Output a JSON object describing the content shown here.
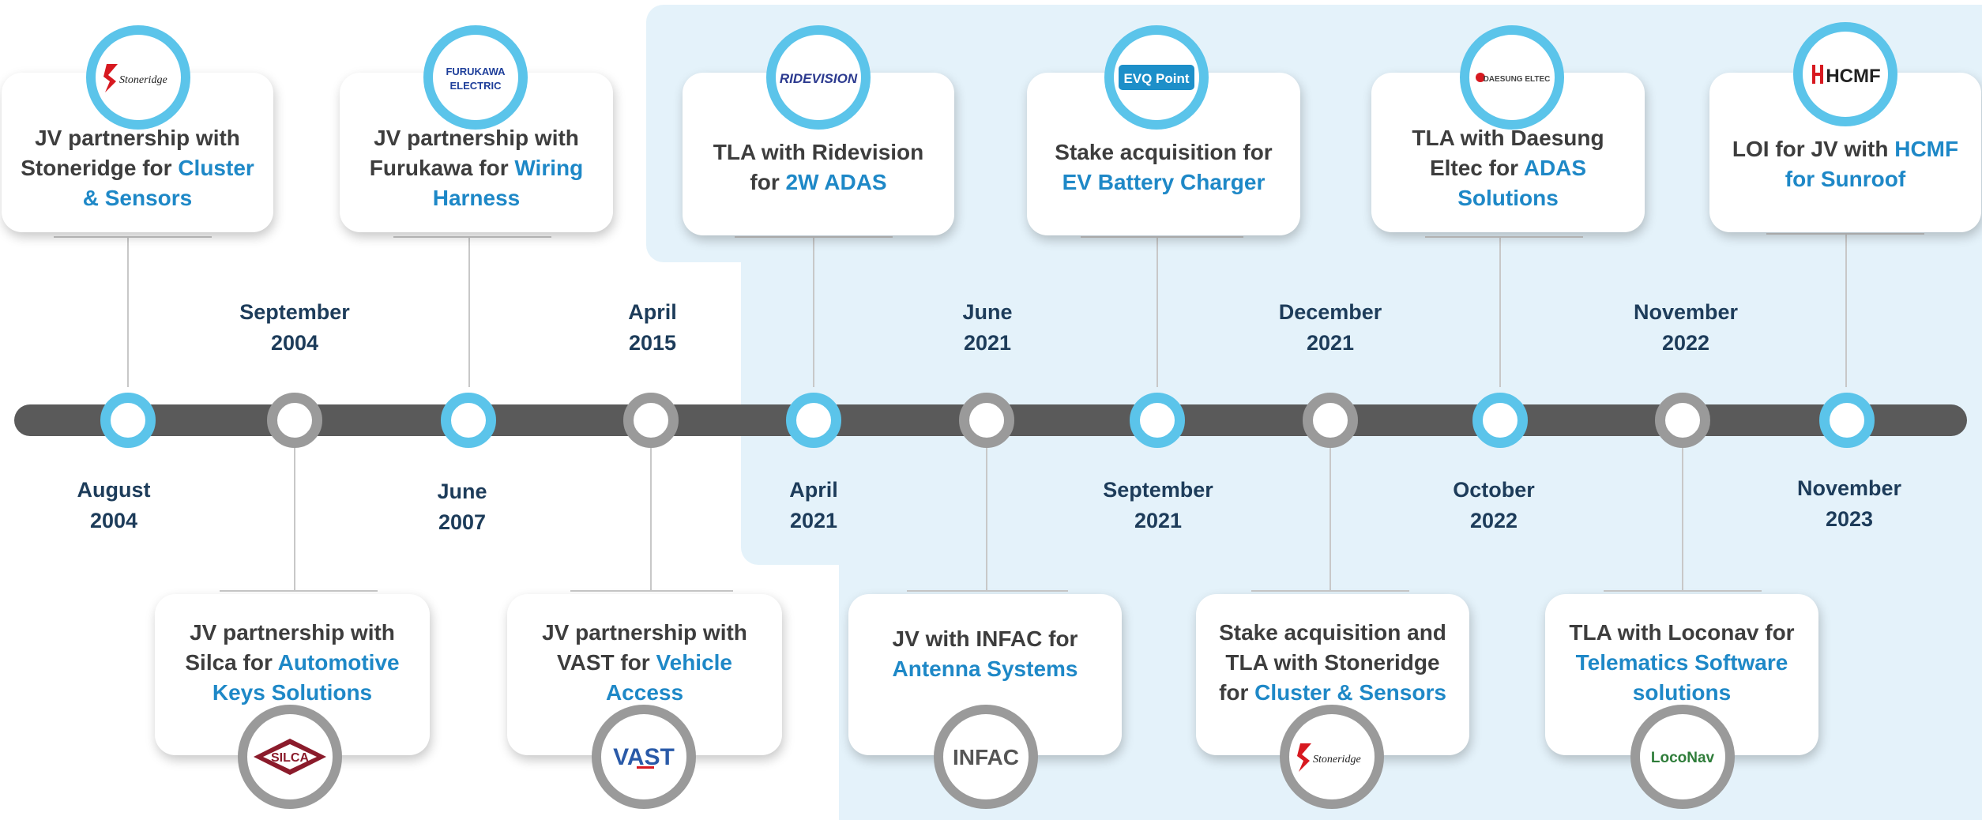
{
  "colors": {
    "axis": "#5a5a5a",
    "blue_ring": "#5bc4ea",
    "grey_ring": "#9a9a9a",
    "highlight_text": "#1e88c7",
    "date_text": "#1d3c5a",
    "body_text": "#3d3d3d",
    "shaded_background": "#e4f2fa"
  },
  "events": [
    {
      "date_line1": "August",
      "date_line2": "2004",
      "text_before": "JV partnership with Stoneridge for ",
      "text_highlight": "Cluster & Sensors",
      "text_after": "",
      "logo_text": "Stoneridge",
      "logo_icon": "stoneridge-logo"
    },
    {
      "date_line1": "September",
      "date_line2": "2004",
      "text_before": "JV partnership with Silca for ",
      "text_highlight": "Automotive Keys Solutions",
      "text_after": "",
      "logo_text": "SILCA",
      "logo_icon": "silca-logo"
    },
    {
      "date_line1": "June",
      "date_line2": "2007",
      "text_before": "JV partnership with Furukawa for ",
      "text_highlight": "Wiring Harness",
      "text_after": "",
      "logo_text": "FURUKAWA ELECTRIC",
      "logo_icon": "furukawa-logo"
    },
    {
      "date_line1": "April",
      "date_line2": "2015",
      "text_before": "JV partnership with VAST for ",
      "text_highlight": "Vehicle Access",
      "text_after": "",
      "logo_text": "VAST",
      "logo_icon": "vast-logo"
    },
    {
      "date_line1": "April",
      "date_line2": "2021",
      "text_before": "TLA with Ridevision for ",
      "text_highlight": "2W  ADAS",
      "text_after": "",
      "logo_text": "RIDEVISION",
      "logo_icon": "ridevision-logo"
    },
    {
      "date_line1": "June",
      "date_line2": "2021",
      "text_before": "JV with INFAC for ",
      "text_highlight": "Antenna Systems",
      "text_after": "",
      "logo_text": "INFAC",
      "logo_icon": "infac-logo"
    },
    {
      "date_line1": "September",
      "date_line2": "2021",
      "text_before": "Stake acquisition for ",
      "text_highlight": "EV Battery Charger",
      "text_after": "",
      "logo_text": "EVQ Point",
      "logo_icon": "evq-point-logo"
    },
    {
      "date_line1": "December",
      "date_line2": "2021",
      "text_before": "Stake acquisition and TLA with Stoneridge for ",
      "text_highlight": "Cluster & Sensors",
      "text_after": "",
      "logo_text": "Stoneridge",
      "logo_icon": "stoneridge-logo"
    },
    {
      "date_line1": "October",
      "date_line2": "2022",
      "text_before": "TLA with Daesung Eltec for ",
      "text_highlight": "ADAS Solutions",
      "text_after": "",
      "logo_text": "DAESUNG ELTEC",
      "logo_icon": "daesung-eltec-logo"
    },
    {
      "date_line1": "November",
      "date_line2": "2022",
      "text_before": "TLA with Loconav for ",
      "text_highlight": "Telematics Software solutions",
      "text_after": "",
      "logo_text": "LocoNav",
      "logo_icon": "loconav-logo"
    },
    {
      "date_line1": "November",
      "date_line2": "2023",
      "text_before": "LOI for JV with ",
      "text_highlight": "HCMF for Sunroof",
      "text_after": "",
      "logo_text": "HCMF",
      "logo_icon": "hcmf-logo"
    }
  ]
}
